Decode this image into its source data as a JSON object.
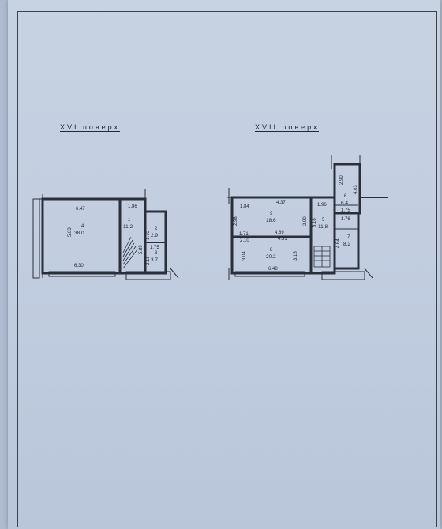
{
  "floors": [
    {
      "title": "XVI поверх",
      "rooms": [
        {
          "number": "1",
          "area": "11.2"
        },
        {
          "number": "2",
          "area": "2.9"
        },
        {
          "number": "3",
          "area": "3.7"
        },
        {
          "number": "4",
          "area": "38.0"
        }
      ],
      "dimensions": [
        "6.47",
        "5.83",
        "6.30",
        "1.86",
        "5.89",
        "1.70",
        "1.75",
        "2.11"
      ]
    },
    {
      "title": "XVII поверх",
      "rooms": [
        {
          "number": "5",
          "area": "11.8"
        },
        {
          "number": "6",
          "area": "6.4"
        },
        {
          "number": "7",
          "area": "8.2"
        },
        {
          "number": "8",
          "area": "20.2"
        },
        {
          "number": "9",
          "area": "18.6"
        }
      ],
      "dimensions": [
        "1.84",
        "4.37",
        "1.96",
        "2.98",
        "2.90",
        "6.16",
        "1.71",
        "4.31",
        "2.10",
        "4.69",
        "3.04",
        "3.15",
        "6.48",
        "2.90",
        "4.03",
        "1.75",
        "1.76",
        "4.64"
      ]
    }
  ]
}
